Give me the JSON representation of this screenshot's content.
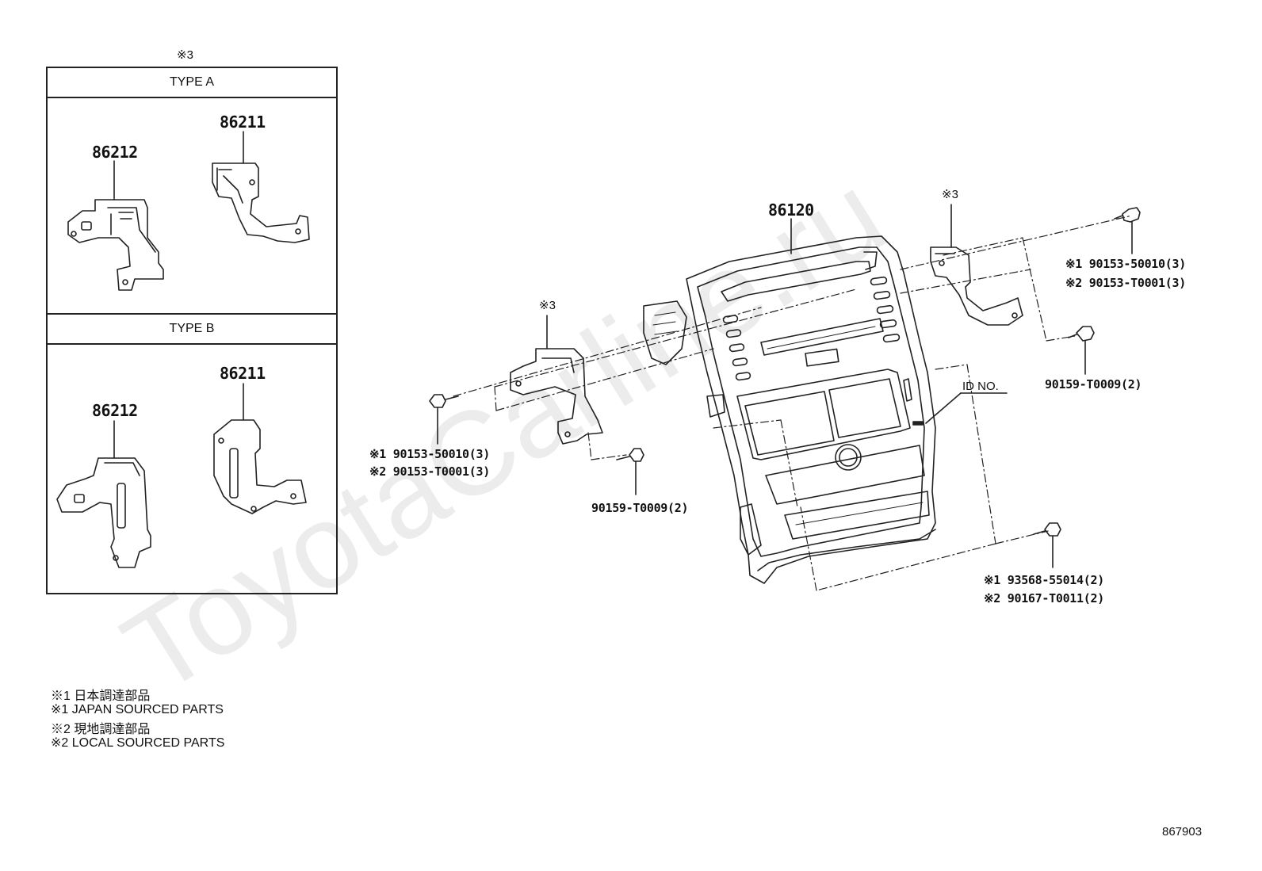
{
  "watermark": "ToyotaCarline.ru",
  "diagram_code": "867903",
  "inset": {
    "ref": "※3",
    "type_a": {
      "title": "TYPE A",
      "part_left": "86212",
      "part_right": "86211"
    },
    "type_b": {
      "title": "TYPE B",
      "part_left": "86212",
      "part_right": "86211"
    }
  },
  "main": {
    "panel_part": "86120",
    "bracket_ref_left": "※3",
    "bracket_ref_right": "※3",
    "id_label": "ID NO.",
    "right_screw_1": "※1 90153-50010(3)",
    "right_screw_2": "※2 90153-T0001(3)",
    "right_screw_3": "90159-T0009(2)",
    "left_screw_1": "※1 90153-50010(3)",
    "left_screw_2": "※2 90153-T0001(3)",
    "left_screw_3": "90159-T0009(2)",
    "bottom_screw_1": "※1 93568-55014(2)",
    "bottom_screw_2": "※2 90167-T0011(2)"
  },
  "legend": [
    "※1 日本調達部品",
    "※1 JAPAN SOURCED PARTS",
    "※2 現地調達部品",
    "※2 LOCAL SOURCED PARTS"
  ]
}
